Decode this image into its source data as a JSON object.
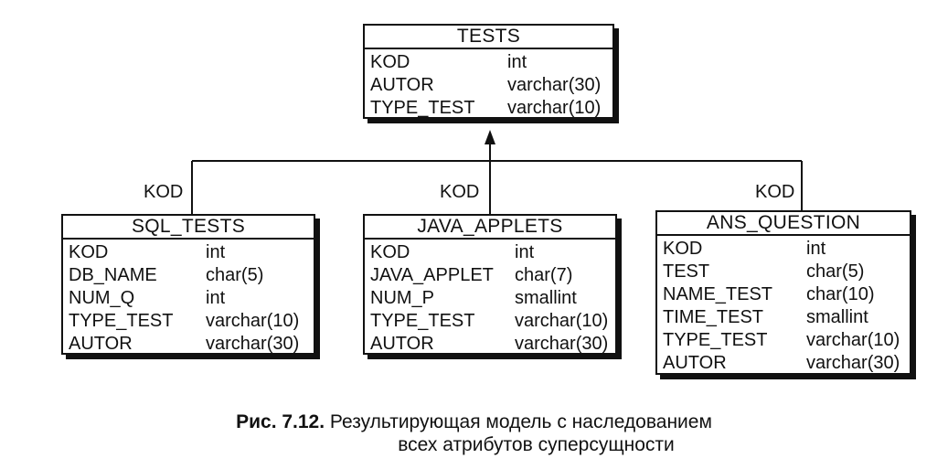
{
  "entities": {
    "tests": {
      "name": "TESTS",
      "fields": [
        {
          "name": "KOD",
          "type": "int"
        },
        {
          "name": "AUTOR",
          "type": "varchar(30)"
        },
        {
          "name": "TYPE_TEST",
          "type": "varchar(10)"
        }
      ]
    },
    "sql_tests": {
      "name": "SQL_TESTS",
      "fields": [
        {
          "name": "KOD",
          "type": "int"
        },
        {
          "name": "DB_NAME",
          "type": "char(5)"
        },
        {
          "name": "NUM_Q",
          "type": "int"
        },
        {
          "name": "TYPE_TEST",
          "type": "varchar(10)"
        },
        {
          "name": "AUTOR",
          "type": "varchar(30)"
        }
      ]
    },
    "java_applets": {
      "name": "JAVA_APPLETS",
      "fields": [
        {
          "name": "KOD",
          "type": "int"
        },
        {
          "name": "JAVA_APPLET",
          "type": "char(7)"
        },
        {
          "name": "NUM_P",
          "type": "smallint"
        },
        {
          "name": "TYPE_TEST",
          "type": "varchar(10)"
        },
        {
          "name": "AUTOR",
          "type": "varchar(30)"
        }
      ]
    },
    "ans_question": {
      "name": "ANS_QUESTION",
      "fields": [
        {
          "name": "KOD",
          "type": "int"
        },
        {
          "name": "TEST",
          "type": "char(5)"
        },
        {
          "name": "NAME_TEST",
          "type": "char(10)"
        },
        {
          "name": "TIME_TEST",
          "type": "smallint"
        },
        {
          "name": "TYPE_TEST",
          "type": "varchar(10)"
        },
        {
          "name": "AUTOR",
          "type": "varchar(30)"
        }
      ]
    }
  },
  "relationship_labels": {
    "left": "KOD",
    "center": "KOD",
    "right": "KOD"
  },
  "caption": {
    "figure": "Рис. 7.12.",
    "line1": "Результирующая модель с наследованием",
    "line2": "всех атрибутов суперсущности"
  }
}
